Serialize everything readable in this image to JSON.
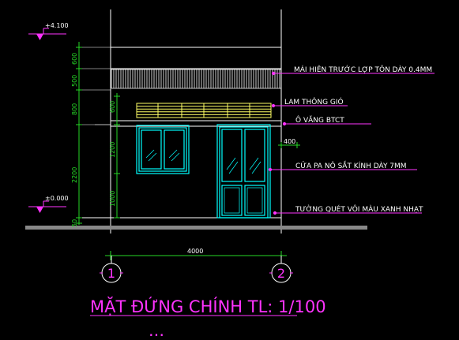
{
  "drawing": {
    "title": "MẶT ĐỨNG CHÍNH TL: 1/100",
    "title_cut": "...",
    "colors": {
      "background": "#000000",
      "wall": "#ffffff",
      "window": "#00ffff",
      "dimension": "#26d926",
      "annotation": "#ff33ff",
      "louver": "#ffff66",
      "ground": "#888888"
    },
    "levels": [
      {
        "label": "+4.100"
      },
      {
        "label": "±0.000"
      }
    ],
    "vertical_dims_outer": [
      "600",
      "500",
      "800",
      "2200",
      "50"
    ],
    "vertical_dims_inner": [
      "600",
      "1200",
      "1000"
    ],
    "horizontal_dims": {
      "overall": "4000",
      "canopy": "400"
    },
    "axes": [
      {
        "label": "1"
      },
      {
        "label": "2"
      }
    ],
    "callouts": [
      {
        "text": "MÁI HIÊN TRƯỚC LỢP TÔN DÀY 0.4MM"
      },
      {
        "text": "LAM THÔNG GIÓ"
      },
      {
        "text": "Ô VĂNG BTCT"
      },
      {
        "text": "CỬA PA NÔ SẮT KÍNH DÀY 7MM"
      },
      {
        "text": "TƯỜNG QUÉT VÔI MÀU XANH NHẠT"
      }
    ]
  }
}
